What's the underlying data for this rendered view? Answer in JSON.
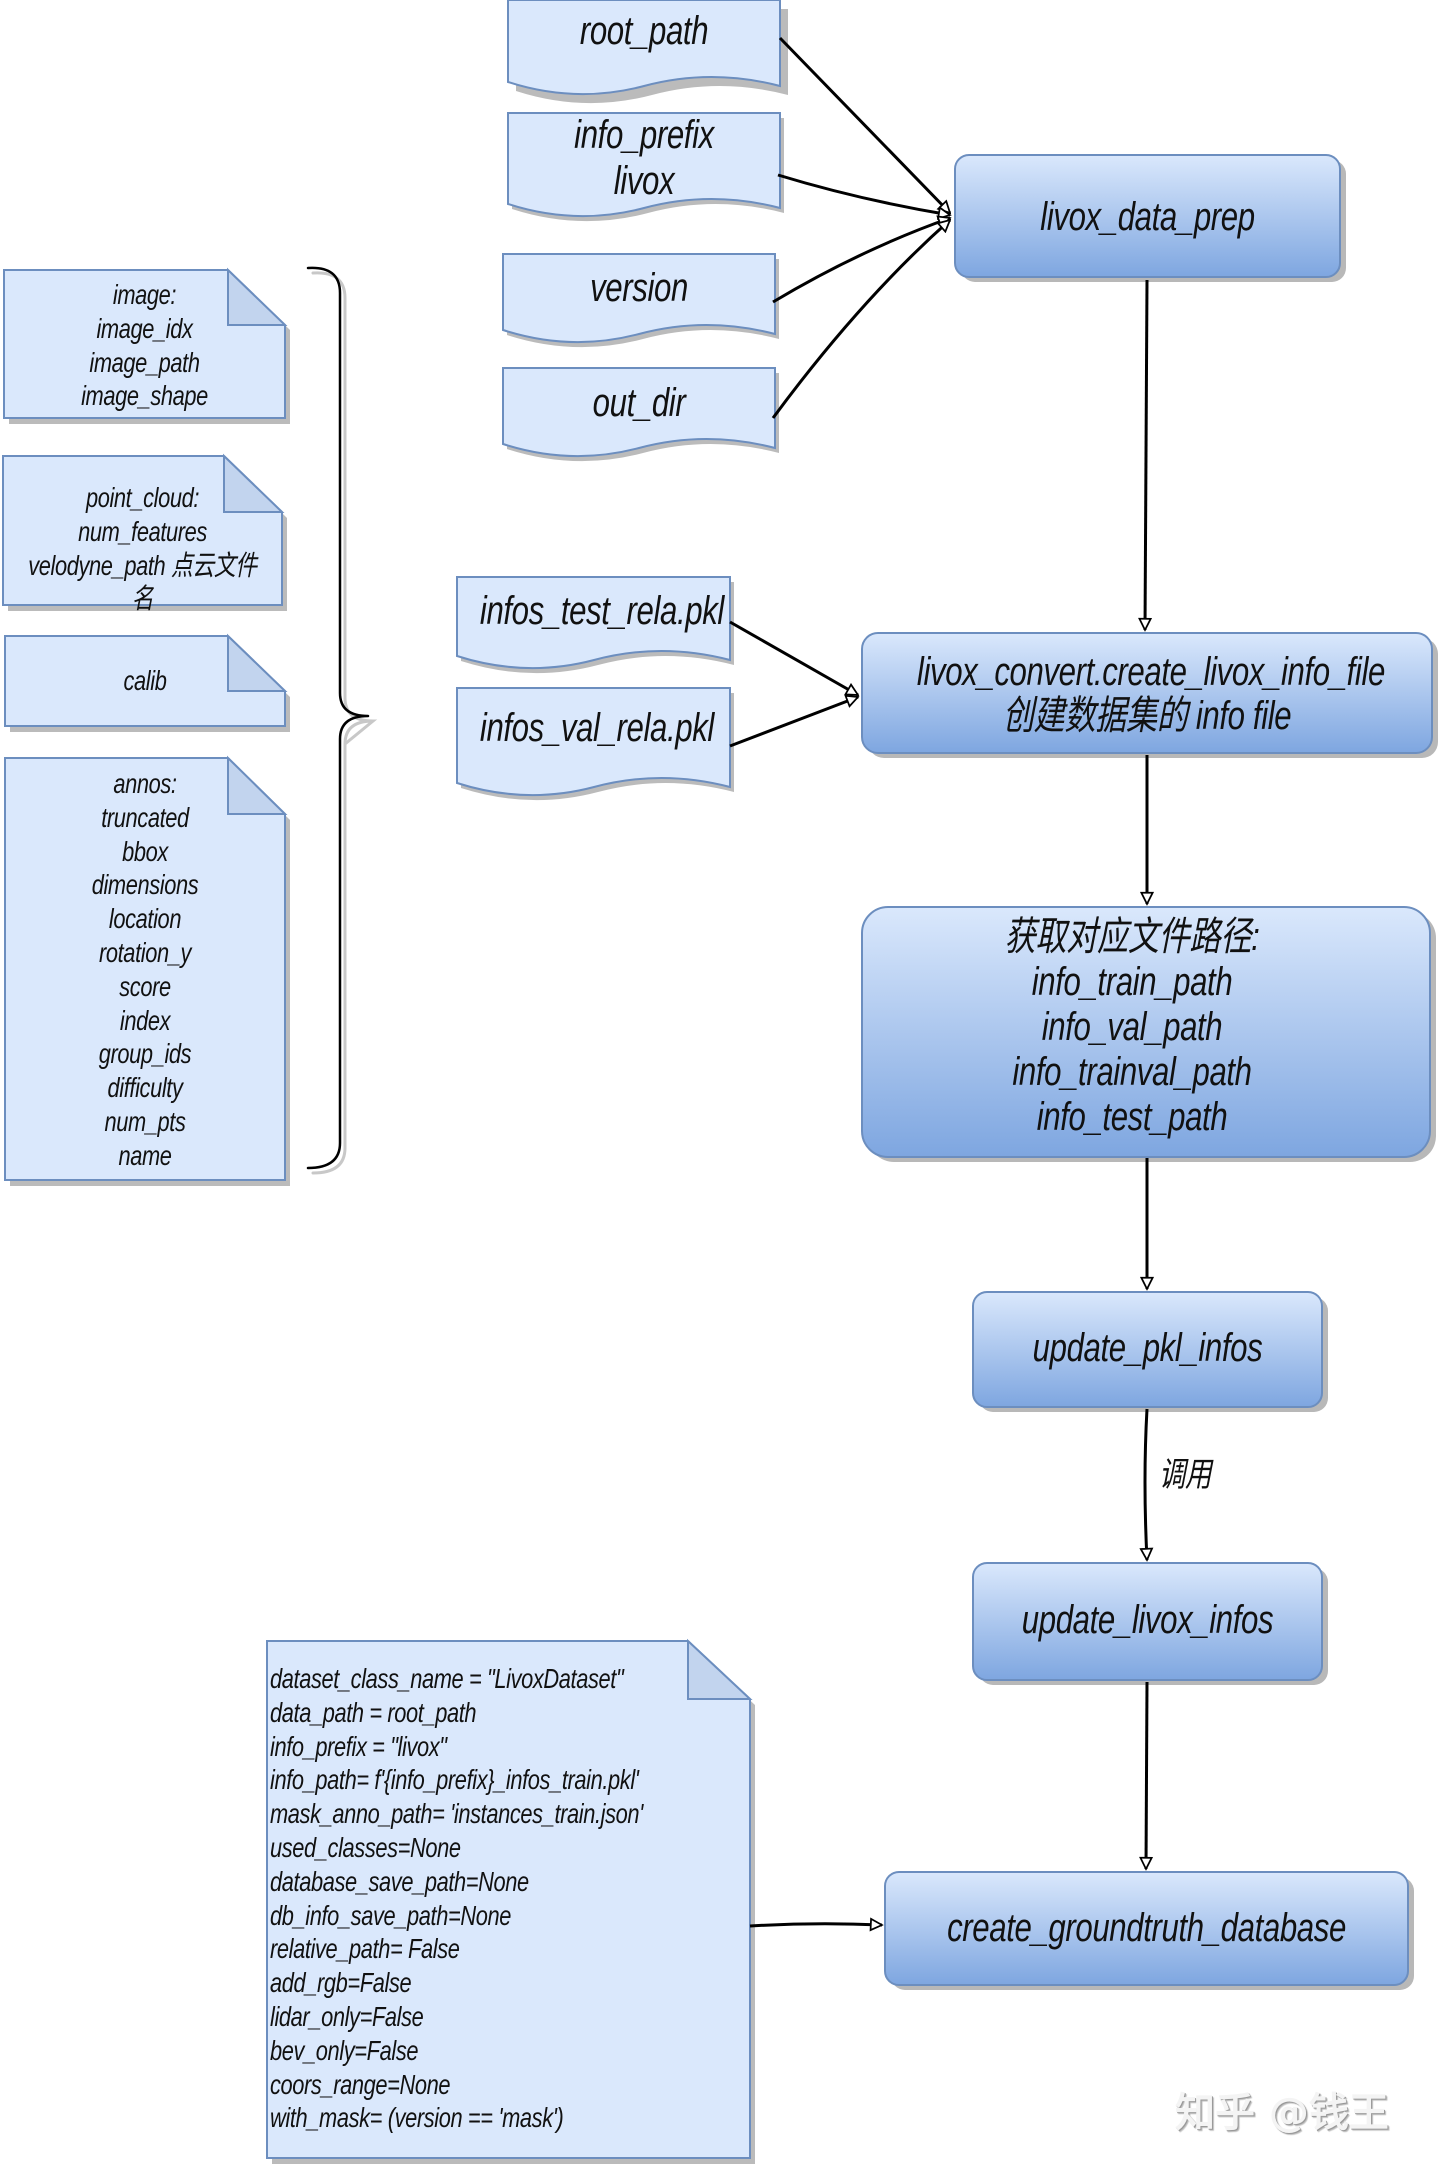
{
  "diagram": {
    "inputs_top": [
      {
        "id": "root_path",
        "lines": [
          "root_path"
        ]
      },
      {
        "id": "info_prefix",
        "lines": [
          "info_prefix",
          "livox"
        ]
      },
      {
        "id": "version",
        "lines": [
          "version"
        ]
      },
      {
        "id": "out_dir",
        "lines": [
          "out_dir"
        ]
      }
    ],
    "inputs_mid": [
      {
        "id": "infos_test",
        "lines": [
          "infos_test_rela.pkl"
        ]
      },
      {
        "id": "infos_val",
        "lines": [
          "infos_val_rela.pkl"
        ]
      }
    ],
    "process": [
      {
        "id": "livox_data_prep",
        "lines": [
          "livox_data_prep"
        ]
      },
      {
        "id": "create_info_file",
        "lines": [
          "livox_convert.create_livox_info_file",
          "创建数据集的 info file"
        ]
      },
      {
        "id": "get_paths",
        "lines": [
          "获取对应文件路径:",
          "info_train_path",
          "info_val_path",
          "info_trainval_path",
          "info_test_path"
        ]
      },
      {
        "id": "update_pkl_infos",
        "lines": [
          "update_pkl_infos"
        ]
      },
      {
        "id": "update_livox_infos",
        "lines": [
          "update_livox_infos"
        ]
      },
      {
        "id": "create_groundtruth_database",
        "lines": [
          "create_groundtruth_database"
        ]
      }
    ],
    "edge_labels": {
      "pkl_to_livox": "调用"
    },
    "info_structure_notes": [
      {
        "id": "image",
        "lines": [
          "image:",
          "image_idx",
          "image_path",
          "image_shape"
        ]
      },
      {
        "id": "point_cloud",
        "lines": [
          "point_cloud:",
          "num_features",
          "velodyne_path 点云文件名"
        ]
      },
      {
        "id": "calib",
        "lines": [
          "calib"
        ]
      },
      {
        "id": "annos",
        "lines": [
          "annos:",
          "truncated",
          "bbox",
          "dimensions",
          "location",
          "rotation_y",
          "score",
          "index",
          "group_ids",
          "difficulty",
          "num_pts",
          "name"
        ]
      }
    ],
    "gt_params_note": {
      "lines": [
        "dataset_class_name = \"LivoxDataset\"",
        "data_path = root_path",
        "info_prefix = \"livox\"",
        "info_path=  f'{info_prefix}_infos_train.pkl'",
        "mask_anno_path= 'instances_train.json'",
        "used_classes=None",
        "database_save_path=None",
        "db_info_save_path=None",
        "relative_path= False",
        "add_rgb=False",
        "lidar_only=False",
        "bev_only=False",
        "coors_range=None",
        "with_mask= (version == 'mask')"
      ]
    },
    "watermark": "知乎 @钱王"
  },
  "colors": {
    "doc_fill": "#dae8fc",
    "doc_stroke": "#6c8ebf",
    "proc_top": "#dae8fc",
    "proc_bottom": "#7ea6e0",
    "shadow": "#b8b8b8",
    "edge": "#000000"
  }
}
